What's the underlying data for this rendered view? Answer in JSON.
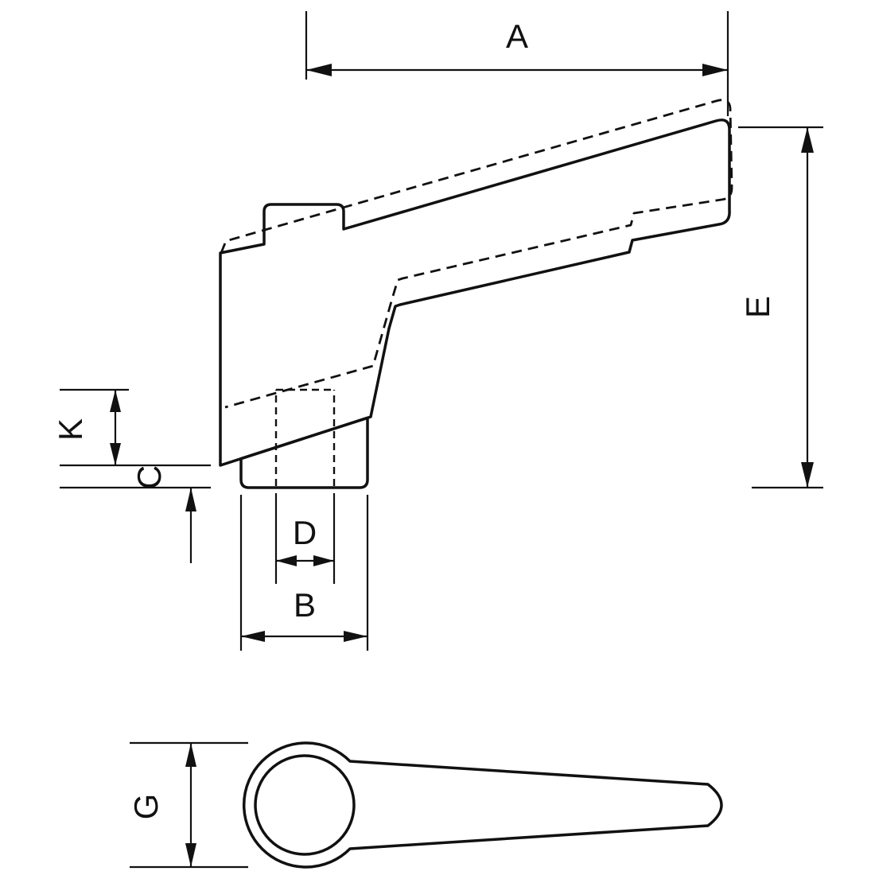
{
  "drawing": {
    "dimension_labels": {
      "A": "A",
      "B": "B",
      "C": "C",
      "D": "D",
      "E": "E",
      "G": "G",
      "K": "K"
    },
    "colors": {
      "part_fill": "#dbeaec",
      "line": "#111111",
      "background": "#ffffff"
    }
  }
}
